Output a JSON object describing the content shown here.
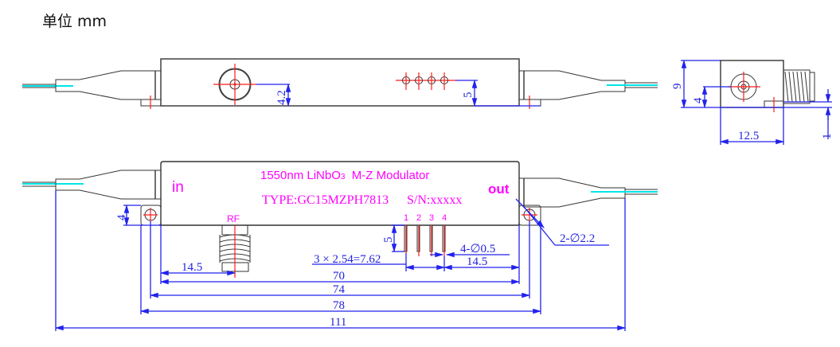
{
  "unit_label": "单位 mm",
  "colors": {
    "outline": "#333333",
    "fiber": "#00e5e5",
    "centerline": "#ff1a1a",
    "dimension": "#2222ee",
    "label": "#ff00ff"
  },
  "top_view": {
    "dims": {
      "rf_height": "4.2",
      "pin_height": "5"
    }
  },
  "side_view": {
    "dims": {
      "height": "9",
      "rf_center_height": "4",
      "width": "12.5",
      "flange_thickness": "1"
    }
  },
  "front_view": {
    "title": "1550nm LiNbO",
    "title_sub": "3",
    "title_rest": "  M-Z Modulator",
    "type_line": "TYPE:GC15MZPH7813",
    "sn_line": "S/N:xxxxx",
    "port_in": "in",
    "port_out": "out",
    "rf_label": "RF",
    "pins": [
      "1",
      "2",
      "3",
      "4"
    ],
    "dims": {
      "mount_hole_offset": "4",
      "pin_length": "5",
      "pin_pitch": "3 × 2.54=7.62",
      "pin_diameter": "4-∅0.5",
      "pin_to_edge": "14.5",
      "rf_offset": "14.5",
      "body_length": "70",
      "hole_spacing": "74",
      "flange_length": "78",
      "overall_length": "111",
      "mount_hole_dia": "2-∅2.2"
    }
  }
}
